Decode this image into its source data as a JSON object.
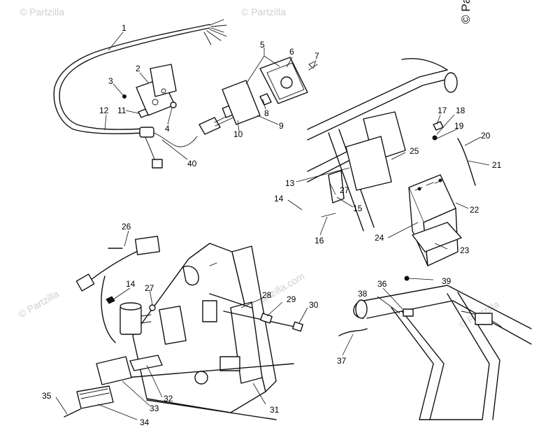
{
  "watermark": {
    "short": "© Partzilla",
    "long": "© Partzilla.com"
  },
  "callouts": [
    "1",
    "2",
    "3",
    "4",
    "5",
    "6",
    "7",
    "8",
    "9",
    "10",
    "11",
    "12",
    "13",
    "14",
    "15",
    "16",
    "17",
    "18",
    "19",
    "20",
    "21",
    "22",
    "23",
    "24",
    "25",
    "26",
    "27",
    "28",
    "29",
    "30",
    "31",
    "32",
    "33",
    "34",
    "35",
    "36",
    "37",
    "38",
    "39",
    "40"
  ],
  "callout_14b": "14",
  "callout_27b": "27"
}
